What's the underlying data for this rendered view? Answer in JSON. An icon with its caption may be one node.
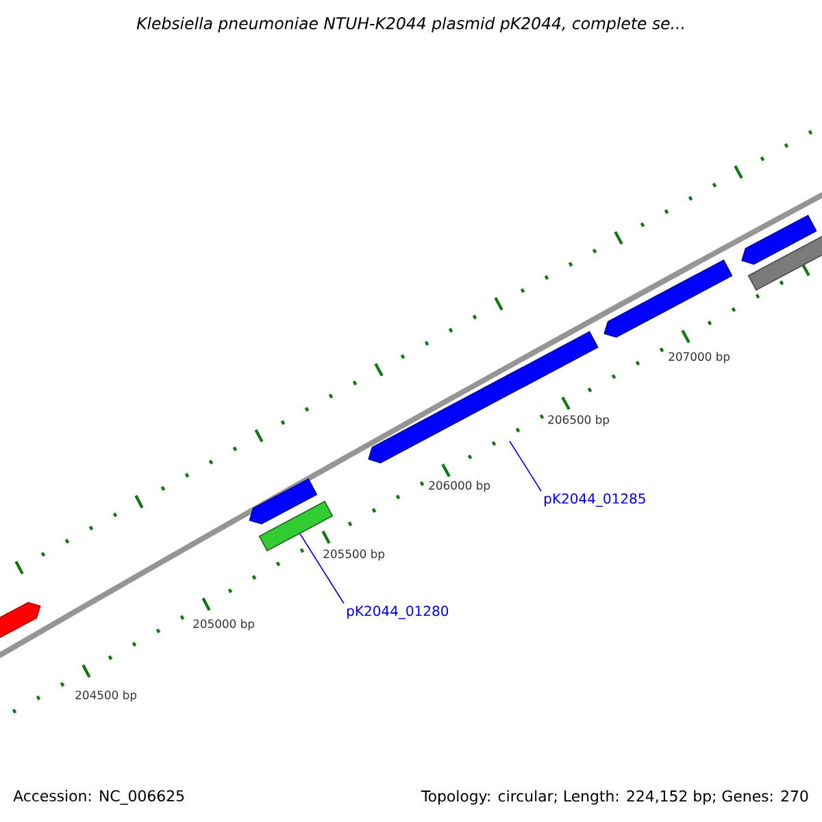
{
  "diagram": {
    "title": "Klebsiella pneumoniae NTUH-K2044 plasmid pK2044, complete se...",
    "nodes": [
      {
        "text": [],
        "shape": "bar"
      },
      {
        "text": [],
        "shape": "bar"
      },
      {
        "text": [],
        "shape": "bar"
      },
      {
        "text": [],
        "shape": "bar"
      },
      {
        "text": [],
        "shape": "bar"
      },
      {
        "text": [],
        "shape": "bar"
      },
      {
        "text": [],
        "shape": "bar"
      },
      {
        "text": [
          "pK2044_01280"
        ]
      },
      {
        "text": [
          "pK2044_01285"
        ]
      }
    ],
    "edges": [
      {
        "from": 7,
        "to": 2,
        "arrow": "none"
      },
      {
        "from": 8,
        "to": null,
        "arrow": "none"
      }
    ],
    "labels": [
      "207000 bp",
      "206500 bp",
      "206000 bp",
      "205500 bp",
      "205000 bp",
      "204500 bp",
      "Accession: NC_006625",
      "Topology: circular; Length: 224,152 bp; Genes: 270"
    ]
  }
}
